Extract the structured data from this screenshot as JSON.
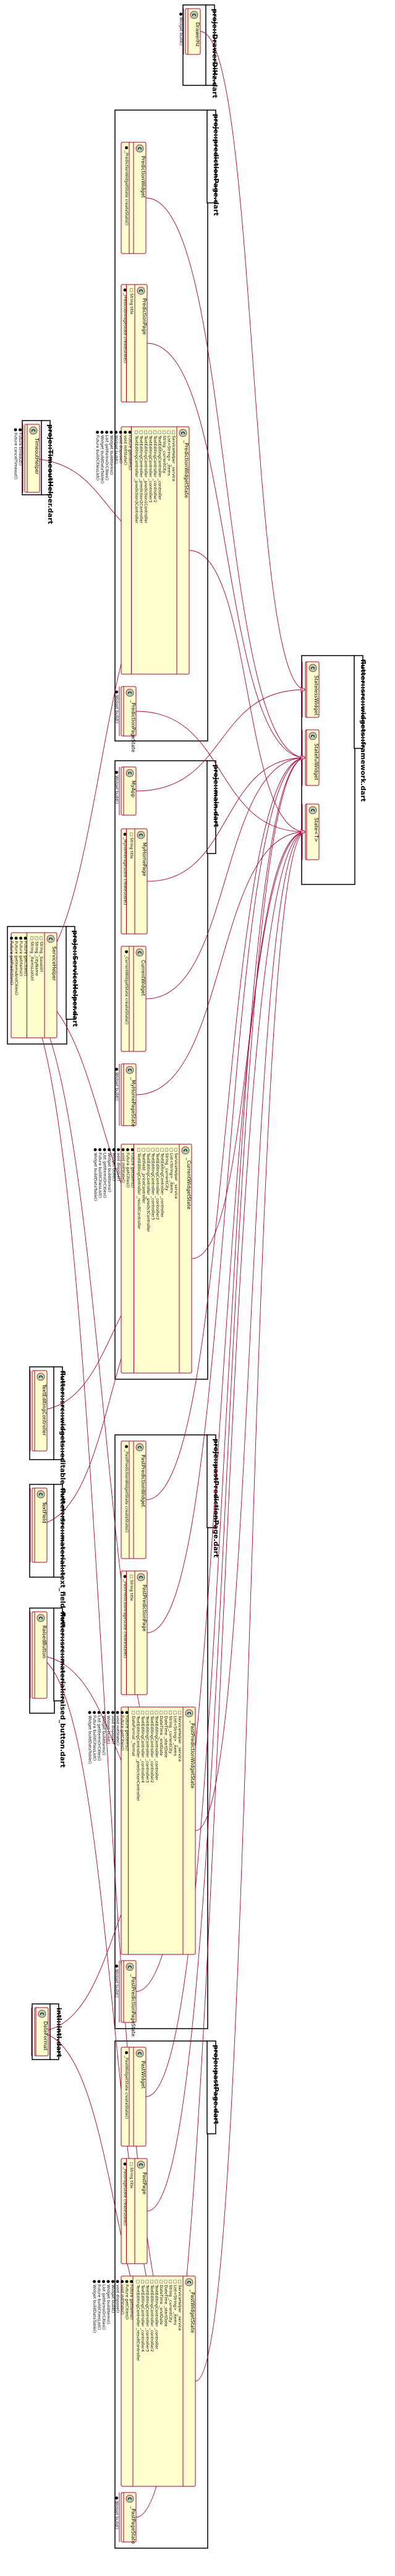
{
  "packages": {
    "drawer": {
      "title": "proje::DrawerDiHz.dart",
      "classes": {
        "drawer_hz": {
          "name": "DrawerHz",
          "methods": [
            "Widget build()"
          ]
        }
      }
    },
    "prediction": {
      "title": "proje::predictionPage.dart",
      "classes": {
        "prediction_widget": {
          "name": "PredictionWidget",
          "methods": [
            "_PredictionWidgetState createState()"
          ]
        },
        "prediction_page": {
          "name": "PredictionPage",
          "fields": [
            "String title"
          ],
          "methods": [
            "_PredictionPageState createState()"
          ]
        },
        "prediction_state": {
          "name": "_PredictionWidgetState",
          "fields": [
            "ServiceHelper _service",
            "List<String> _items",
            "String _currentCity",
            "TextEditingController _controller",
            "TextEditingController _controller2",
            "TextEditingController _controller3",
            "TextEditingController _prediction1Controller",
            "TextEditingController _prediction2Controller",
            "TextEditingController _prediction3Controller"
          ],
          "methods": [
            "Future getItems()",
            "void initState()",
            "void dispose()",
            "Widget build()",
            "Widget buildItems()",
            "List getItemsOrCities()",
            "Widget buildDataTable()",
            "Future buildCitiesList()"
          ]
        },
        "prediction_page_state": {
          "name": "_PredictionPageState",
          "methods": [
            "Widget build()"
          ]
        }
      }
    },
    "timeoutpress": {
      "title": "proje::TimeoutHelper.dart",
      "classes": {
        "timeout_helper": {
          "name": "TimeoutHelper",
          "methods": [
            "Future timeout()",
            "Future cancelTimeout()"
          ]
        }
      }
    },
    "service": {
      "title": "proje::ServiceHelper.dart",
      "classes": {
        "service_helper": {
          "name": "ServiceHelper",
          "fields": [
            "String _baseUrl",
            "String _cityName",
            "String _itemsListUrl"
          ],
          "methods": [
            "Future getCities()",
            "Future getItems()",
            "Future getItemsAndCities()",
            "Future getPrediction()"
          ]
        }
      }
    },
    "framework": {
      "title": "flutter::src::widgets::framework.dart",
      "classes": {
        "stateless_widget": {
          "name": "StatelessWidget"
        },
        "stateful_widget": {
          "name": "StatefulWidget"
        },
        "state": {
          "name": "State<T>"
        }
      }
    },
    "main": {
      "title": "proje::main.dart",
      "classes": {
        "my_app": {
          "name": "MyApp",
          "methods": [
            "Widget build()"
          ]
        },
        "my_home_page": {
          "name": "MyHomePage",
          "fields": [
            "String title"
          ],
          "methods": [
            "_MyHomePageState createState()"
          ]
        },
        "current_widget": {
          "name": "CurrentWidget",
          "methods": [
            "_CurrentWidgetState createState()"
          ]
        },
        "my_home_page_state": {
          "name": "_MyHomePageState",
          "methods": [
            "Widget build()"
          ]
        },
        "current_widget_state": {
          "name": "_CurrentWidgetState",
          "fields": [
            "ServiceHelper _service",
            "List<String> _items",
            "String _currentCity",
            "TextEditingController _controller",
            "TextEditingController _controller2",
            "TextEditingController _controller3",
            "TextEditingController _predictController",
            "TextField _priceController",
            "TextEditingController _resultController"
          ],
          "methods": [
            "Future getItems()",
            "Future getCities()",
            "void initState()",
            "void dispose()",
            "Widget build()",
            "Widget buildItems()",
            "List getItemsOrCities()",
            "Future buildCitiesList()",
            "Widget buildDataTable()"
          ]
        }
      }
    },
    "text": {
      "title": "flutter::src::widgets::editable_text.dart",
      "classes": {
        "text_editing_controller": {
          "name": "TextEditingController"
        }
      }
    },
    "text_field": {
      "title": "flutter::src::material::text_field.dart",
      "classes": {
        "text_field": {
          "name": "TextField"
        }
      }
    },
    "raised_button": {
      "title": "flutter::src::material::raised_button.dart",
      "classes": {
        "raised_button": {
          "name": "RaisedButton"
        }
      }
    },
    "intl": {
      "title": "intl::intl.dart",
      "classes": {
        "date_format": {
          "name": "DateFormat"
        }
      }
    },
    "past_prediction": {
      "title": "proje::pastPredictionPage.dart",
      "classes": {
        "past_prediction_widget": {
          "name": "PastPredictionWidget",
          "methods": [
            "_PastPredictionWidgetState createState()"
          ]
        },
        "past_prediction_page": {
          "name": "PastPredictionPage",
          "fields": [
            "String title"
          ],
          "methods": [
            "_PastPredictionPageState createState()"
          ]
        },
        "past_prediction_state": {
          "name": "_PastPredictionWidgetState",
          "fields": [
            "ServiceHelper _service",
            "List<String> _items",
            "String _currentCity",
            "DateTime _startDate",
            "DateTime _endDate",
            "TextEditingController _controller",
            "TextEditingController _controller2",
            "TextEditingController _controller3",
            "TextEditingController _controller4",
            "TextEditingController _predictionController",
            "DateFormat _format"
          ],
          "methods": [
            "Future getItems()",
            "Future getCities()",
            "void initState()",
            "void dispose()",
            "Widget build()",
            "Widget buildItems()",
            "List getItemsOrCities()",
            "Future buildCitiesList()",
            "Widget buildDataTable()"
          ]
        },
        "past_prediction_page_state": {
          "name": "_PastPredictionPageState",
          "methods": [
            "Widget build()"
          ]
        }
      }
    },
    "past": {
      "title": "proje::pastPage.dart",
      "classes": {
        "past_widget": {
          "name": "PastWidget",
          "methods": [
            "_PastWidgetState createState()"
          ]
        },
        "past_page": {
          "name": "PastPage",
          "fields": [
            "String title"
          ],
          "methods": [
            "_PastPageState createState()"
          ]
        },
        "past_widget_state": {
          "name": "_PastWidgetState",
          "fields": [
            "ServiceHelper _service",
            "List<String> _items",
            "String _currentCity",
            "DateTime _startDate",
            "DateTime _endDate",
            "TextEditingController _controller",
            "TextEditingController _controller2",
            "TextEditingController _controller3",
            "TextEditingController _controller4",
            "TextEditingController _resultController"
          ],
          "methods": [
            "Future getItems()",
            "Future getCities()",
            "void initState()",
            "void dispose()",
            "Widget build()",
            "Widget buildItems()",
            "List getItemsOrCities()",
            "Future buildCitiesList()",
            "Widget buildDataTable()"
          ]
        },
        "past_page_state": {
          "name": "_PastPageState",
          "methods": [
            "Widget build()"
          ]
        }
      }
    }
  },
  "colors": {
    "class_fill": "#fefece",
    "class_border": "#a80036",
    "relation": "#a80036",
    "class_marker": "#add1b2"
  },
  "marker_letter": "C"
}
